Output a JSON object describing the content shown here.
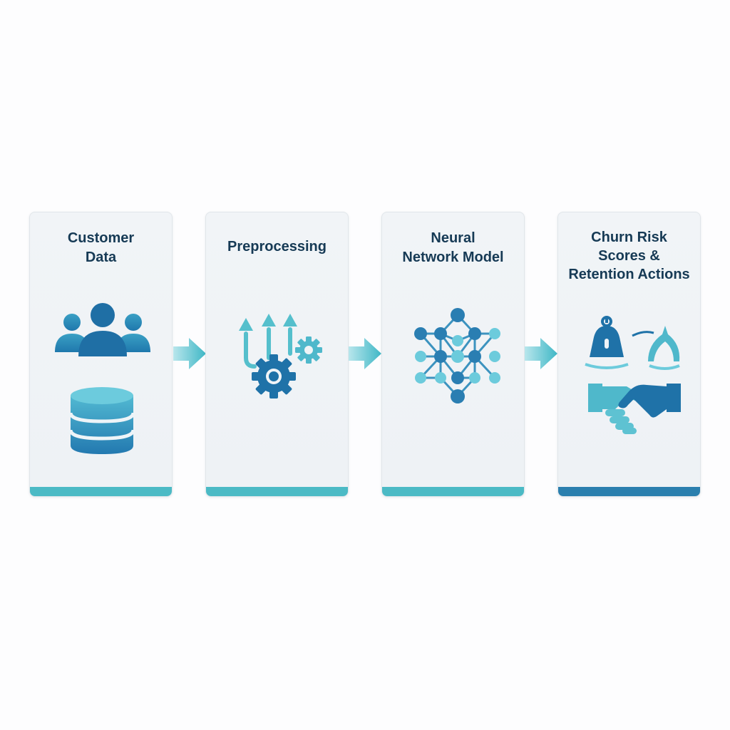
{
  "steps": [
    {
      "title": "Customer\nData"
    },
    {
      "title": "Preprocessing"
    },
    {
      "title": "Neural\nNetwork Model"
    },
    {
      "title": "Churn Risk\nScores &\nRetention Actions"
    }
  ],
  "icons": {
    "step1": [
      "users-group-icon",
      "database-icon"
    ],
    "step2": [
      "upward-arrows-icon",
      "large-gear-icon",
      "small-gear-icon"
    ],
    "step3": [
      "neural-network-icon"
    ],
    "step4": [
      "alert-bell-icon",
      "handshake-icon"
    ],
    "connector": "right-arrow-icon"
  },
  "colors": {
    "title": "#163a55",
    "accent_teal": "#4bbac5",
    "accent_blue": "#2a7fae",
    "card_bg": "#f1f4f7"
  }
}
